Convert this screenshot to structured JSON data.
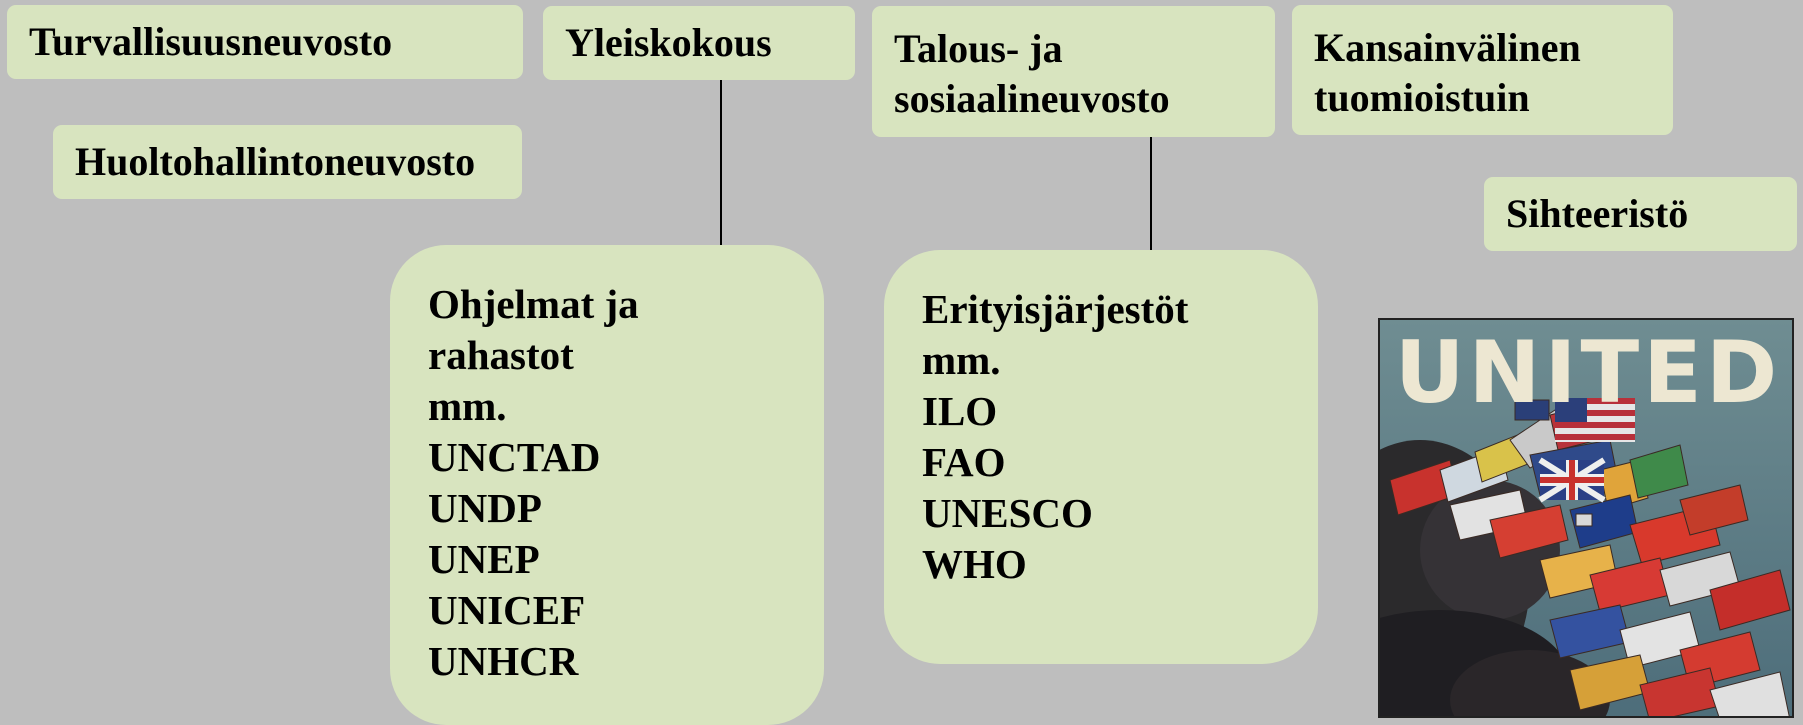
{
  "organs": {
    "security_council": "Turvallisuusneuvosto",
    "general_assembly": "Yleiskokous",
    "ecosoc": [
      "Talous- ja",
      "sosiaalineuvosto"
    ],
    "icj": [
      "Kansainvälinen",
      "tuomioistuin"
    ],
    "trusteeship_council": "Huoltohallintoneuvosto",
    "secretariat": "Sihteeristö"
  },
  "programmes": {
    "lines": [
      "Ohjelmat ja",
      "rahastot",
      "mm.",
      "UNCTAD",
      "UNDP",
      "UNEP",
      "UNICEF",
      "UNHCR"
    ]
  },
  "agencies": {
    "lines": [
      "Erityisjärjestöt",
      "mm.",
      "ILO",
      "FAO",
      "UNESCO",
      "WHO"
    ]
  },
  "poster": {
    "word": "UNITED",
    "icon": "united-nations-flags-poster"
  },
  "colors": {
    "background": "#bebebe",
    "box_fill": "#d8e4bf",
    "text": "#000000"
  }
}
